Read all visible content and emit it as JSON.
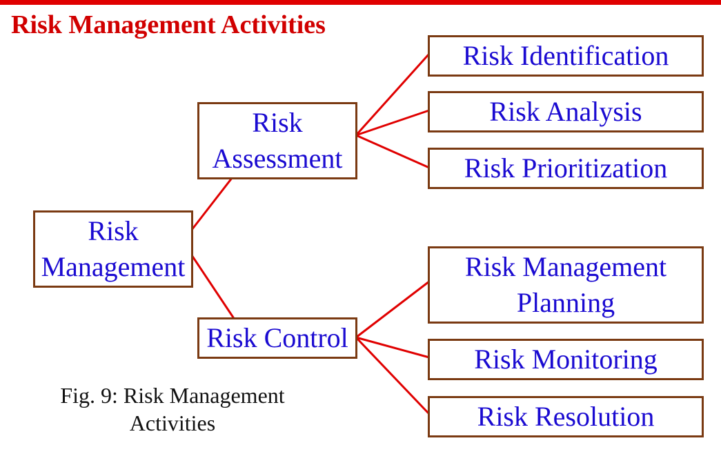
{
  "title": "Risk Management Activities",
  "colors": {
    "title": "#d10000",
    "top_bar": "#e00000",
    "connector": "#e00000",
    "box_border": "#7a3a12",
    "box_text": "#1a0ad1"
  },
  "nodes": {
    "root": "Risk\nManagement",
    "assessment": "Risk\nAssessment",
    "control": "Risk Control",
    "identification": "Risk Identification",
    "analysis": "Risk Analysis",
    "prioritization": "Risk Prioritization",
    "planning": "Risk Management\nPlanning",
    "monitoring": "Risk Monitoring",
    "resolution": "Risk Resolution"
  },
  "caption": "Fig. 9: Risk Management\nActivities"
}
